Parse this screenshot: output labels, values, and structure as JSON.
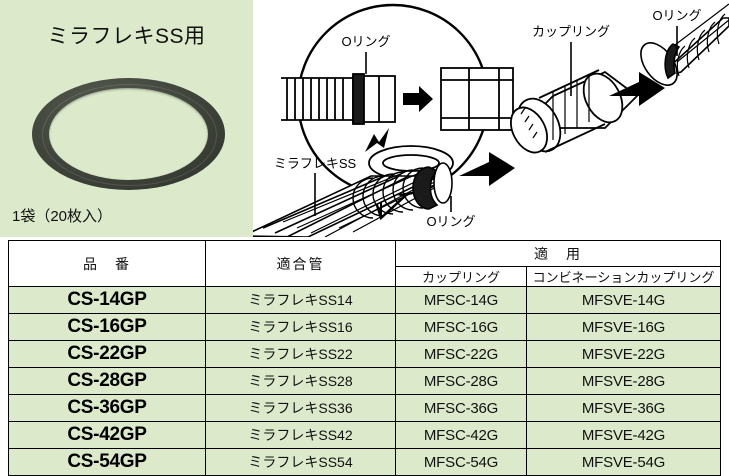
{
  "product": {
    "title": "ミラフレキSS用",
    "pack_note": "1袋（20枚入）",
    "photo_name": "o-ring-photo"
  },
  "diagram": {
    "labels": {
      "callout_oring": "Oリング",
      "conduit": "ミラフレキSS",
      "conduit_oring": "Oリング",
      "coupling": "カップリング",
      "right_oring": "Oリング"
    }
  },
  "table": {
    "headers": {
      "part_no": "品　番",
      "pipe": "適合管",
      "application": "適　用",
      "coupling": "カップリング",
      "combination_coupling": "コンビネーションカップリング"
    },
    "rows": [
      {
        "part_no": "CS-14GP",
        "pipe": "ミラフレキSS14",
        "coupling": "MFSC-14G",
        "combination": "MFSVE-14G"
      },
      {
        "part_no": "CS-16GP",
        "pipe": "ミラフレキSS16",
        "coupling": "MFSC-16G",
        "combination": "MFSVE-16G"
      },
      {
        "part_no": "CS-22GP",
        "pipe": "ミラフレキSS22",
        "coupling": "MFSC-22G",
        "combination": "MFSVE-22G"
      },
      {
        "part_no": "CS-28GP",
        "pipe": "ミラフレキSS28",
        "coupling": "MFSC-28G",
        "combination": "MFSVE-28G"
      },
      {
        "part_no": "CS-36GP",
        "pipe": "ミラフレキSS36",
        "coupling": "MFSC-36G",
        "combination": "MFSVE-36G"
      },
      {
        "part_no": "CS-42GP",
        "pipe": "ミラフレキSS42",
        "coupling": "MFSC-42G",
        "combination": "MFSVE-42G"
      },
      {
        "part_no": "CS-54GP",
        "pipe": "ミラフレキSS54",
        "coupling": "MFSC-54G",
        "combination": "MFSVE-54G"
      }
    ]
  },
  "colors": {
    "panel_green": "#dceacb",
    "row_green": "#dceacb",
    "ring_dark": "#3a3f38",
    "line_black": "#000000",
    "header_white": "#ffffff"
  }
}
